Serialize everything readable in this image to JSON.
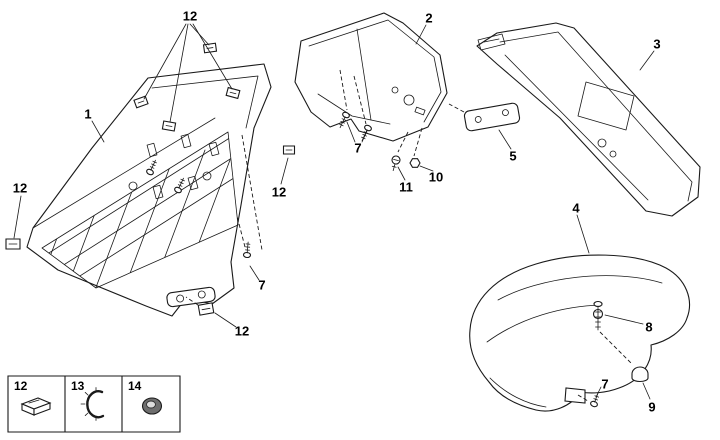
{
  "diagram": {
    "callout_labels": {
      "part1": "1",
      "part2": "2",
      "part3": "3",
      "part4": "4",
      "part5": "5",
      "screw7": "7",
      "screw8": "8",
      "cap9": "9",
      "nut10": "10",
      "screw11": "11",
      "clip12": "12",
      "clamp13": "13",
      "grommet14": "14"
    }
  },
  "legend": {
    "items": [
      {
        "label": "12"
      },
      {
        "label": "13"
      },
      {
        "label": "14"
      }
    ]
  },
  "colors": {
    "line": "#1a1a1a",
    "fender_fill": "#b0b0b0",
    "background": "#ffffff"
  }
}
